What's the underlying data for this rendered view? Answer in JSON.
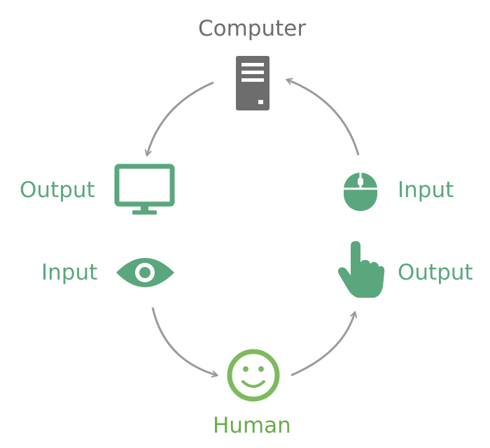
{
  "labels": {
    "computer": "Computer",
    "output_left": "Output",
    "input_left": "Input",
    "input_right": "Input",
    "output_right": "Output",
    "human": "Human"
  },
  "colors": {
    "computer": "#6d6d6d",
    "device_green": "#5aa77d",
    "human_green": "#7dba5d",
    "arrow": "#9a9a9a"
  },
  "icons": {
    "computer": "server-tower-icon",
    "monitor": "monitor-icon",
    "eye": "eye-icon",
    "human": "smiley-face-icon",
    "hand": "pointing-hand-icon",
    "mouse": "mouse-icon"
  }
}
